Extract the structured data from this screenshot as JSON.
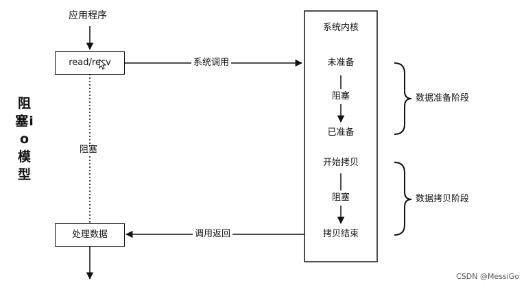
{
  "title": "阻塞io模型",
  "app": {
    "label": "应用程序",
    "read_box": "read/recv",
    "process_box": "处理数据",
    "blocked": "阻塞"
  },
  "syscall": "系统调用",
  "return_call": "调用返回",
  "kernel": {
    "title": "系统内核",
    "not_ready": "未准备",
    "blocked1": "阻塞",
    "ready": "已准备",
    "copy_start": "开始拷贝",
    "blocked2": "阻塞",
    "copy_end": "拷贝结束"
  },
  "phases": {
    "prepare": "数据准备阶段",
    "copy": "数据拷贝阶段"
  },
  "watermark": "CSDN @MessiGo"
}
